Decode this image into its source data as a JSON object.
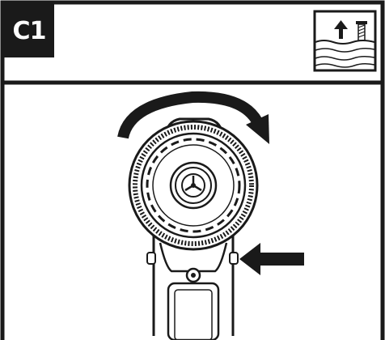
{
  "step": {
    "label": "C1"
  },
  "pictogram": {
    "name": "drilling-into-wood-reverse-icon"
  },
  "illustration": {
    "subject": "drill-chuck-front-view",
    "rotation": "clockwise",
    "pointer": "direction-selector-arrow"
  },
  "colors": {
    "ink": "#1a1a1a",
    "paper": "#ffffff"
  }
}
